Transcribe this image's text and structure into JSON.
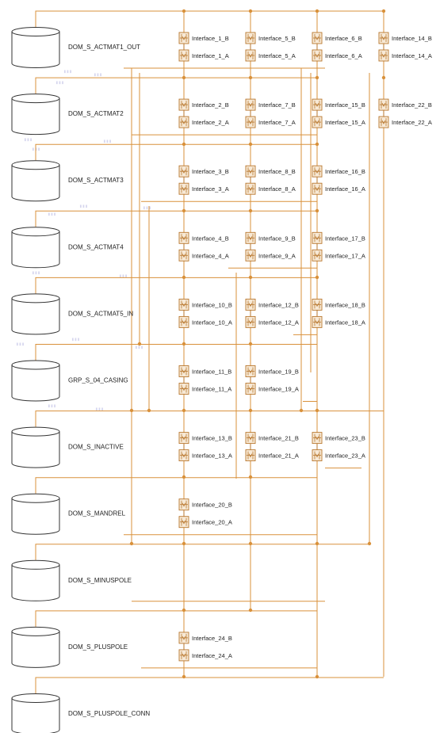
{
  "colors": {
    "wire": "#d9913b",
    "domain_stroke": "#333333",
    "iface_fill": "#f7e9d6",
    "iface_stroke": "#b8772e",
    "text": "#222222"
  },
  "domains": [
    "DOM_S_ACTMAT1_OUT",
    "DOM_S_ACTMAT2",
    "DOM_S_ACTMAT3",
    "DOM_S_ACTMAT4",
    "DOM_S_ACTMAT5_IN",
    "GRP_S_04_CASING",
    "DOM_S_INACTIVE",
    "DOM_S_MANDREL",
    "DOM_S_MINUSPOLE",
    "DOM_S_PLUSPOLE",
    "DOM_S_PLUSPOLE_CONN"
  ],
  "interfaces": [
    {
      "id": 1,
      "b": "Interface_1_B",
      "a": "Interface_1_A",
      "row": 0,
      "col": 0
    },
    {
      "id": 5,
      "b": "Interface_5_B",
      "a": "Interface_5_A",
      "row": 0,
      "col": 1
    },
    {
      "id": 6,
      "b": "Interface_6_B",
      "a": "Interface_6_A",
      "row": 0,
      "col": 2
    },
    {
      "id": 14,
      "b": "Interface_14_B",
      "a": "Interface_14_A",
      "row": 0,
      "col": 3
    },
    {
      "id": 2,
      "b": "Interface_2_B",
      "a": "Interface_2_A",
      "row": 1,
      "col": 0
    },
    {
      "id": 7,
      "b": "Interface_7_B",
      "a": "Interface_7_A",
      "row": 1,
      "col": 1
    },
    {
      "id": 15,
      "b": "Interface_15_B",
      "a": "Interface_15_A",
      "row": 1,
      "col": 2
    },
    {
      "id": 22,
      "b": "Interface_22_B",
      "a": "Interface_22_A",
      "row": 1,
      "col": 3
    },
    {
      "id": 3,
      "b": "Interface_3_B",
      "a": "Interface_3_A",
      "row": 2,
      "col": 0
    },
    {
      "id": 8,
      "b": "Interface_8_B",
      "a": "Interface_8_A",
      "row": 2,
      "col": 1
    },
    {
      "id": 16,
      "b": "Interface_16_B",
      "a": "Interface_16_A",
      "row": 2,
      "col": 2
    },
    {
      "id": 4,
      "b": "Interface_4_B",
      "a": "Interface_4_A",
      "row": 3,
      "col": 0
    },
    {
      "id": 9,
      "b": "Interface_9_B",
      "a": "Interface_9_A",
      "row": 3,
      "col": 1
    },
    {
      "id": 17,
      "b": "Interface_17_B",
      "a": "Interface_17_A",
      "row": 3,
      "col": 2
    },
    {
      "id": 10,
      "b": "Interface_10_B",
      "a": "Interface_10_A",
      "row": 4,
      "col": 0
    },
    {
      "id": 12,
      "b": "Interface_12_B",
      "a": "Interface_12_A",
      "row": 4,
      "col": 1
    },
    {
      "id": 18,
      "b": "Interface_18_B",
      "a": "Interface_18_A",
      "row": 4,
      "col": 2
    },
    {
      "id": 11,
      "b": "Interface_11_B",
      "a": "Interface_11_A",
      "row": 5,
      "col": 0
    },
    {
      "id": 19,
      "b": "Interface_19_B",
      "a": "Interface_19_A",
      "row": 5,
      "col": 1
    },
    {
      "id": 13,
      "b": "Interface_13_B",
      "a": "Interface_13_A",
      "row": 6,
      "col": 0
    },
    {
      "id": 21,
      "b": "Interface_21_B",
      "a": "Interface_21_A",
      "row": 6,
      "col": 1
    },
    {
      "id": 23,
      "b": "Interface_23_B",
      "a": "Interface_23_A",
      "row": 6,
      "col": 2
    },
    {
      "id": 20,
      "b": "Interface_20_B",
      "a": "Interface_20_A",
      "row": 7,
      "col": 0
    },
    {
      "id": 24,
      "b": "Interface_24_B",
      "a": "Interface_24_A",
      "row": 9,
      "col": 0
    }
  ]
}
